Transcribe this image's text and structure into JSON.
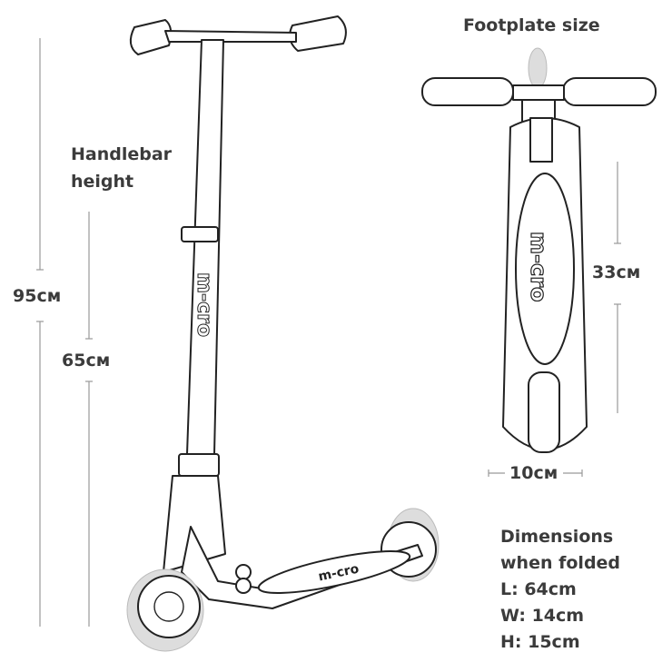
{
  "labels": {
    "footplate_title": "Footplate size",
    "handlebar_line1": "Handlebar",
    "handlebar_line2": "height",
    "max_height": "95см",
    "min_height": "65см",
    "footplate_length": "33см",
    "footplate_width": "10см"
  },
  "folded": {
    "title_line1": "Dimensions",
    "title_line2": "when folded",
    "length": "L: 64cm",
    "width": "W: 14cm",
    "height": "H: 15cm"
  },
  "branding": {
    "logo_text": "m-cro"
  }
}
